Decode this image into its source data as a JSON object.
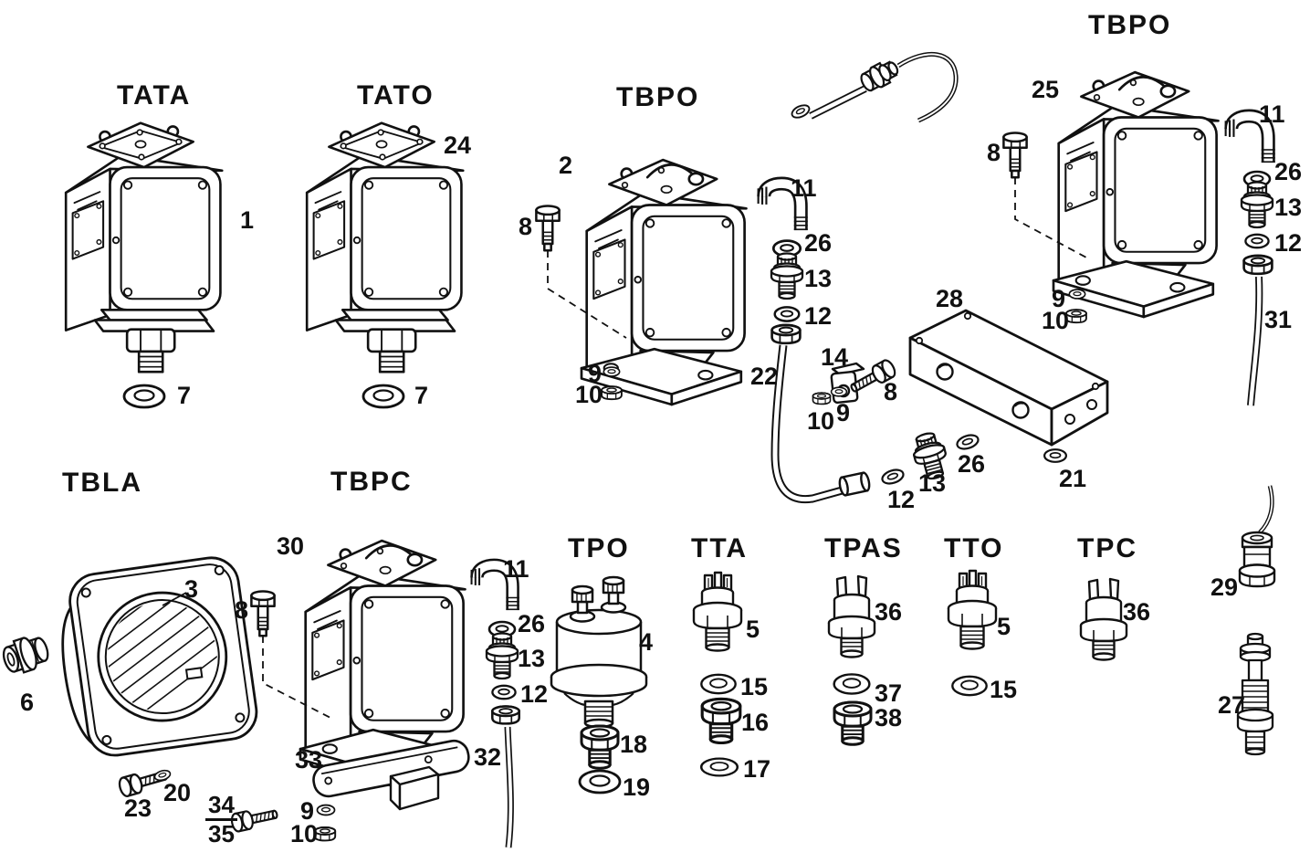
{
  "diagram": {
    "background": "#ffffff",
    "ink": "#111111",
    "titles": {
      "tata": "TATA",
      "tato": "TATO",
      "tbpo_left": "TBPO",
      "tbpo_right": "TBPO",
      "tbla": "TBLA",
      "tbpc": "TBPC",
      "tpo": "TPO",
      "tta": "TTA",
      "tpas": "TPAS",
      "tto": "TTO",
      "tpc": "TPC"
    },
    "labels": {
      "tata_unit": "1",
      "tata_washer": "7",
      "tato_unit": "24",
      "tato_washer": "7",
      "tbpo1_unit": "2",
      "tbpo1_bolt": "8",
      "tbpo1_washer": "9",
      "tbpo1_nut": "10",
      "tbpo1_elbow": "11",
      "tbpo1_seal_upper": "26",
      "tbpo1_union": "13",
      "tbpo1_seal_lower": "12",
      "pipe_tbpo1": "22",
      "clamp": "14",
      "clamp_bolt": "8",
      "clamp_washer": "9",
      "clamp_nut": "10",
      "manifold": "28",
      "manifold_seal": "21",
      "pipeend_seal": "12",
      "pipeend_union": "13",
      "pipeend_gasket": "26",
      "tbpo2_unit": "25",
      "tbpo2_bolt": "8",
      "tbpo2_elbow": "11",
      "tbpo2_seal_upper": "26",
      "tbpo2_union": "13",
      "tbpo2_seal_lower": "12",
      "pipe_tbpo2": "31",
      "tbpo2_washer": "9",
      "tbpo2_nut": "10",
      "tbla_unit": "3",
      "tbla_fitting": "6",
      "tbla_bolt": "23",
      "tbla_washer": "20",
      "tbpc_unit": "30",
      "tbpc_bolt": "8",
      "tbpc_elbow": "11",
      "tbpc_seal_upper": "26",
      "tbpc_union": "13",
      "tbpc_seal_lower": "12",
      "pipe_tbpc": "32",
      "bracket": "33",
      "bracket_bolt_a": "34",
      "bracket_bolt_b": "35",
      "tbpc_washer": "9",
      "tbpc_nut": "10",
      "tpo_sender": "4",
      "tpo_nut": "18",
      "tpo_washer": "19",
      "tta_sender": "5",
      "tta_washer": "15",
      "tta_nut": "16",
      "tta_gasket": "17",
      "tpas_sender": "36",
      "tpas_washer": "37",
      "tpas_nut": "38",
      "tto_sender": "5",
      "tto_washer": "15",
      "tpc_sender": "36",
      "probe_cable": "29",
      "sensor_threaded": "27"
    }
  }
}
